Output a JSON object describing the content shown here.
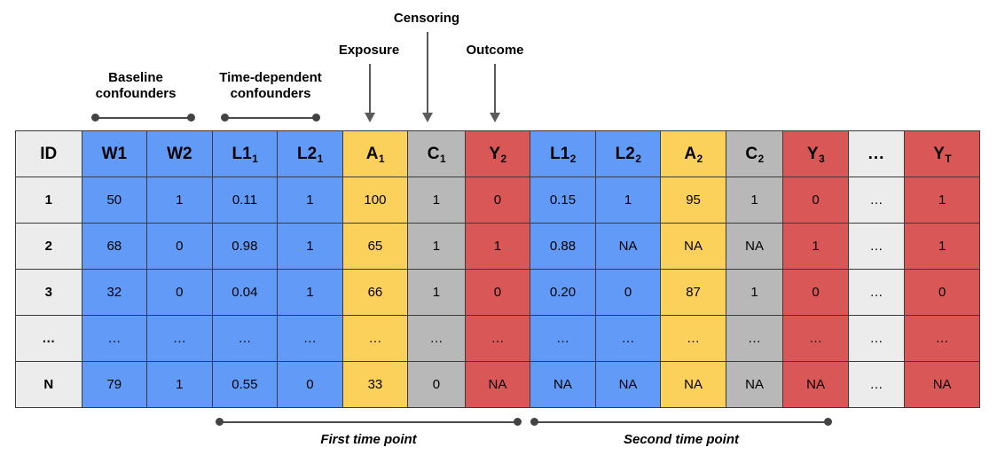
{
  "annotations": {
    "top": [
      {
        "id": "baseline-confounders",
        "label": "Baseline\nconfounders",
        "type": "bracket"
      },
      {
        "id": "time-dependent-confounders",
        "label": "Time-dependent\nconfounders",
        "type": "bracket"
      },
      {
        "id": "exposure",
        "label": "Exposure",
        "type": "arrow"
      },
      {
        "id": "censoring",
        "label": "Censoring",
        "type": "arrow"
      },
      {
        "id": "outcome",
        "label": "Outcome",
        "type": "arrow"
      }
    ],
    "bottom": [
      {
        "id": "first-time-point",
        "label": "First time point"
      },
      {
        "id": "second-time-point",
        "label": "Second time point"
      }
    ]
  },
  "colors": {
    "id_column": "#ececec",
    "confounder_blue": "#619bf7",
    "exposure_yellow": "#fbd05b",
    "censoring_gray": "#b8b8b8",
    "outcome_red": "#da5758",
    "ellipsis_pale": "#ececec",
    "border": "#3b3b3b",
    "connector": "#4a4a4a",
    "arrow": "#5a5a5a"
  },
  "table": {
    "headers": [
      {
        "base": "ID",
        "sub": "",
        "color": "id"
      },
      {
        "base": "W1",
        "sub": "",
        "color": "blue"
      },
      {
        "base": "W2",
        "sub": "",
        "color": "blue"
      },
      {
        "base": "L1",
        "sub": "1",
        "color": "blue"
      },
      {
        "base": "L2",
        "sub": "1",
        "color": "blue"
      },
      {
        "base": "A",
        "sub": "1",
        "color": "yellow"
      },
      {
        "base": "C",
        "sub": "1",
        "color": "gray"
      },
      {
        "base": "Y",
        "sub": "2",
        "color": "red"
      },
      {
        "base": "L1",
        "sub": "2",
        "color": "blue"
      },
      {
        "base": "L2",
        "sub": "2",
        "color": "blue"
      },
      {
        "base": "A",
        "sub": "2",
        "color": "yellow"
      },
      {
        "base": "C",
        "sub": "2",
        "color": "gray"
      },
      {
        "base": "Y",
        "sub": "3",
        "color": "red"
      },
      {
        "base": "...",
        "sub": "",
        "color": "pale"
      },
      {
        "base": "Y",
        "sub": "T",
        "color": "red"
      }
    ],
    "rows": [
      {
        "id": "1",
        "cells": [
          "50",
          "1",
          "0.11",
          "1",
          "100",
          "1",
          "0",
          "0.15",
          "1",
          "95",
          "1",
          "0",
          "…",
          "1"
        ]
      },
      {
        "id": "2",
        "cells": [
          "68",
          "0",
          "0.98",
          "1",
          "65",
          "1",
          "1",
          "0.88",
          "NA",
          "NA",
          "NA",
          "1",
          "…",
          "1"
        ]
      },
      {
        "id": "3",
        "cells": [
          "32",
          "0",
          "0.04",
          "1",
          "66",
          "1",
          "0",
          "0.20",
          "0",
          "87",
          "1",
          "0",
          "…",
          "0"
        ]
      },
      {
        "id": "…",
        "cells": [
          "…",
          "…",
          "…",
          "…",
          "…",
          "…",
          "…",
          "…",
          "…",
          "…",
          "…",
          "…",
          "…",
          "…"
        ]
      },
      {
        "id": "N",
        "cells": [
          "79",
          "1",
          "0.55",
          "0",
          "33",
          "0",
          "NA",
          "NA",
          "NA",
          "NA",
          "NA",
          "NA",
          "…",
          "NA"
        ]
      }
    ]
  }
}
